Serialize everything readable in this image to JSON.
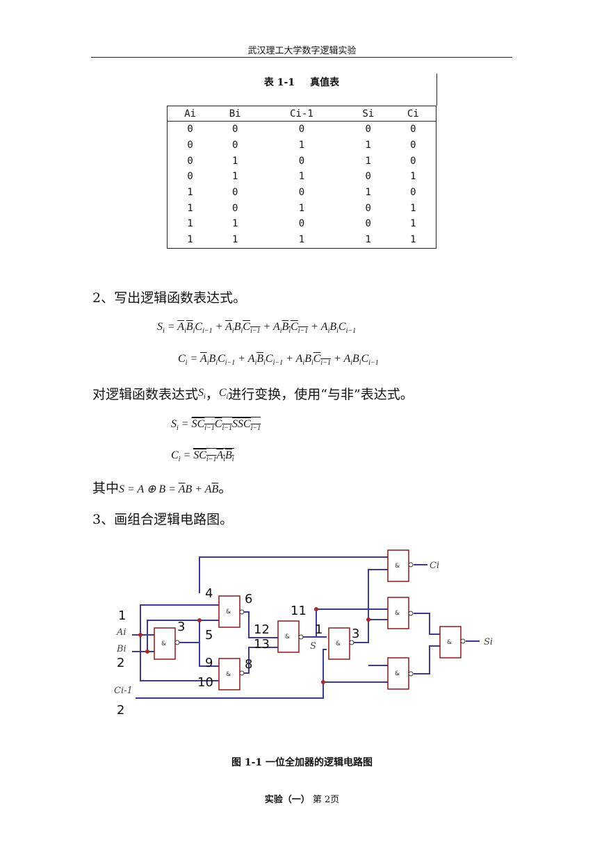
{
  "header": {
    "title": "武汉理工大学数字逻辑实验"
  },
  "table": {
    "caption_num": "表 1-1",
    "caption_text": "真值表",
    "columns": [
      "Ai",
      "Bi",
      "Ci-1",
      "Si",
      "Ci"
    ],
    "rows": [
      [
        "0",
        "0",
        "0",
        "0",
        "0"
      ],
      [
        "0",
        "0",
        "1",
        "1",
        "0"
      ],
      [
        "0",
        "1",
        "0",
        "1",
        "0"
      ],
      [
        "0",
        "1",
        "1",
        "0",
        "1"
      ],
      [
        "1",
        "0",
        "0",
        "1",
        "0"
      ],
      [
        "1",
        "0",
        "1",
        "0",
        "1"
      ],
      [
        "1",
        "1",
        "0",
        "0",
        "1"
      ],
      [
        "1",
        "1",
        "1",
        "1",
        "1"
      ]
    ]
  },
  "section2": {
    "heading": "2、写出逻辑函数表达式。"
  },
  "transform_text": {
    "before": "对逻辑函数表达式",
    "sep": "，",
    "after": "进行变换，使用“与非”表达式。"
  },
  "where_text": {
    "prefix": "其中",
    "suffix": "。"
  },
  "section3": {
    "heading": "3、画组合逻辑电路图。"
  },
  "circuit": {
    "input_labels": [
      "1",
      "Ai",
      "Bi",
      "2",
      "Ci-1",
      "2"
    ],
    "pin_labels": [
      "3",
      "4",
      "5",
      "6",
      "9",
      "10",
      "8",
      "11",
      "12",
      "13",
      "1",
      "3"
    ],
    "s_label": "S",
    "gate_symbol": "&",
    "output_labels": [
      "Ci",
      "Si"
    ]
  },
  "figure": {
    "caption": "图 1-1 一位全加器的逻辑电路图"
  },
  "footer": {
    "label": "实验（一）",
    "page": "第 2页"
  }
}
